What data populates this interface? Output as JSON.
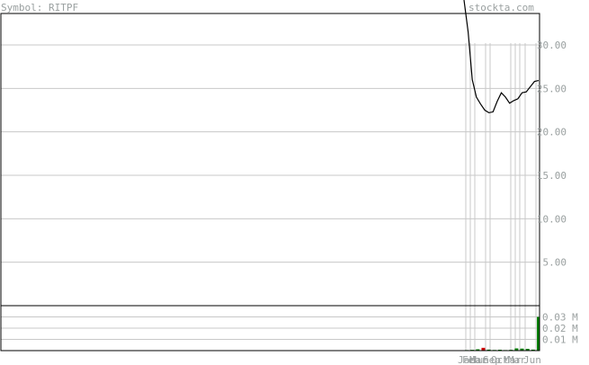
{
  "header": {
    "symbol_label": "Symbol: RITPF",
    "brand": "stockta.com"
  },
  "chart_data": [
    {
      "type": "line",
      "title": "Symbol: RITPF",
      "ylim": [
        0,
        33
      ],
      "y_ticks": [
        5,
        10,
        15,
        20,
        25,
        30
      ],
      "y_tick_labels": [
        "5.00",
        "10.00",
        "15.00",
        "20.00",
        "25.00",
        "30.00"
      ],
      "x_tick_labels": [
        "Jan",
        "Feb",
        "Mar",
        "Jun",
        "Sep",
        "Oct",
        "Mar",
        "Mar",
        "Jun"
      ],
      "grid": true,
      "series": [
        {
          "values": [
            33.0,
            31.5,
            26.0,
            24.0,
            23.2,
            22.5,
            22.2,
            22.3,
            23.5,
            24.5,
            24.0,
            23.3,
            23.6,
            23.8,
            24.5,
            24.6,
            25.2,
            25.8,
            25.9
          ]
        }
      ],
      "colors": {
        "line": "#000000",
        "grid": "#c8c8c8",
        "axis_text": "#9aa0a0"
      }
    },
    {
      "type": "bar",
      "y_ticks": [
        0.01,
        0.02,
        0.03
      ],
      "y_tick_labels": [
        "0.01 M",
        "0.02 M",
        "0.03 M"
      ],
      "ylim": [
        0,
        0.04
      ],
      "series": [
        {
          "values": [
            0.0005,
            0.0007,
            0.0012,
            0.0025,
            0.0009,
            0.0006,
            0.0008,
            0.0005,
            0.0007,
            0.002,
            0.0018,
            0.0016,
            0.0009,
            0.03
          ],
          "colors": [
            "#008000",
            "#008000",
            "#008000",
            "#cc0000",
            "#008000",
            "#008000",
            "#008000",
            "#008000",
            "#008000",
            "#008000",
            "#008000",
            "#008000",
            "#008000",
            "#008000"
          ]
        }
      ]
    }
  ]
}
